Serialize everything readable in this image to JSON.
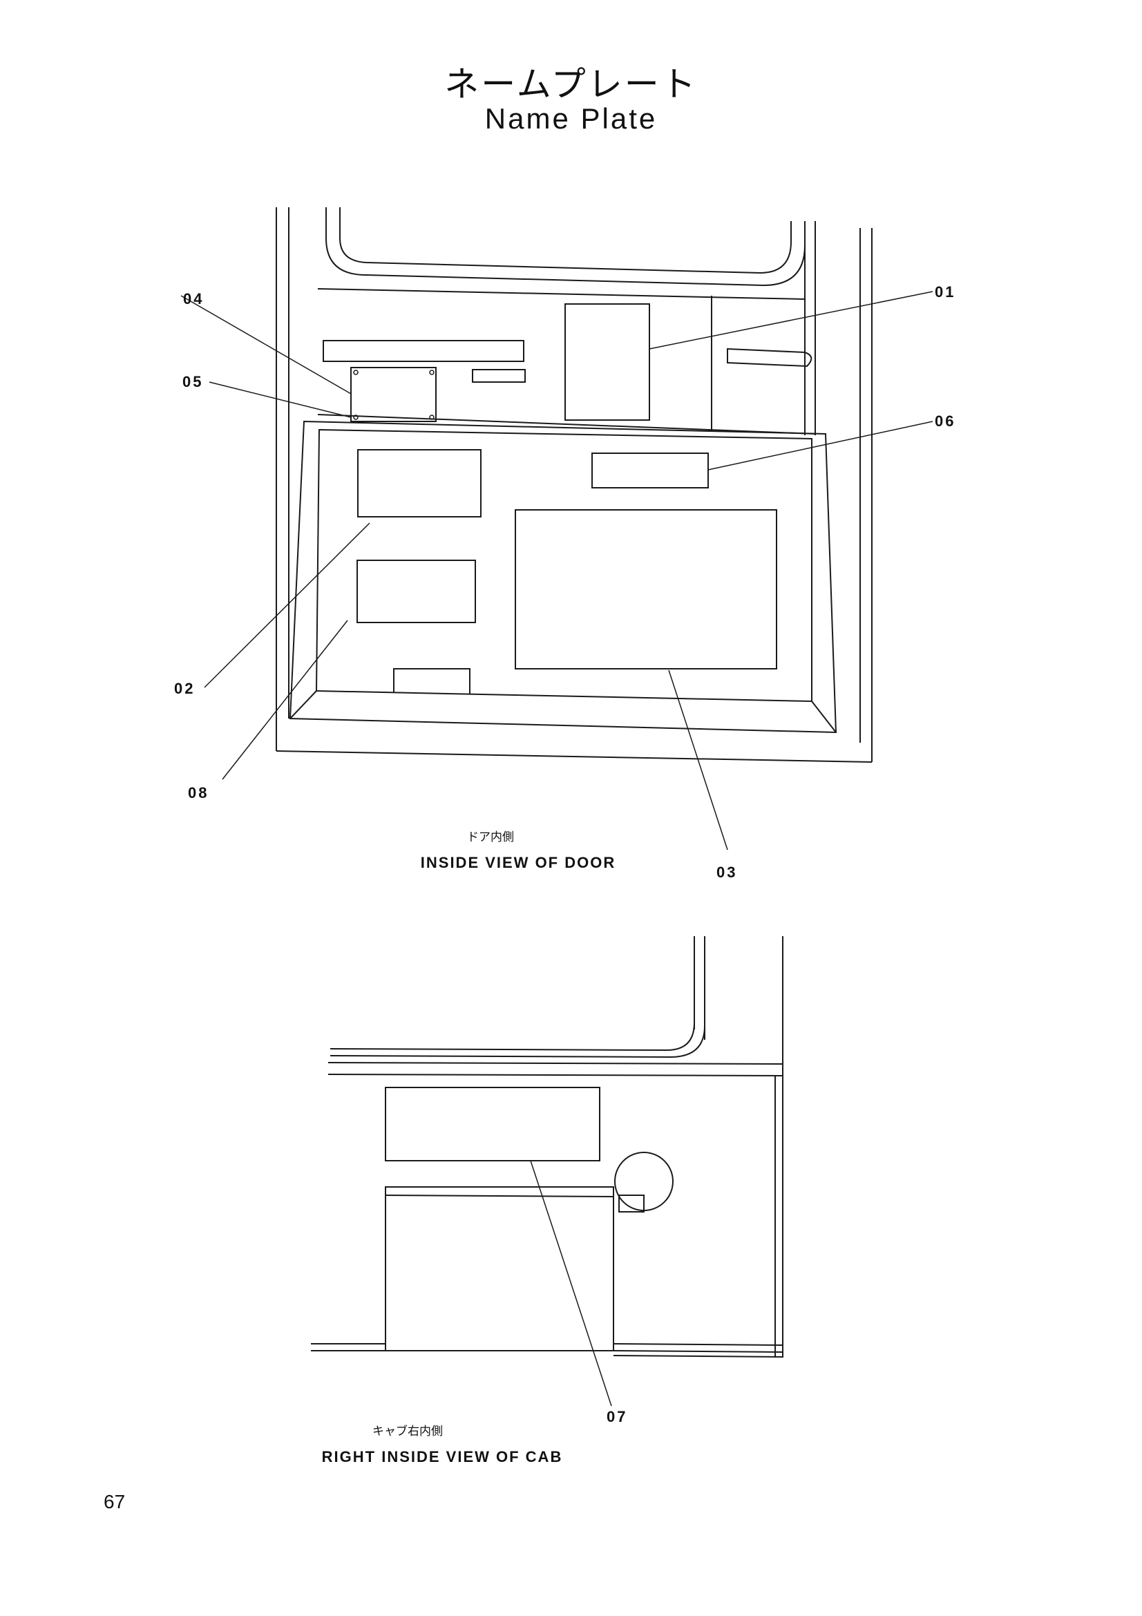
{
  "title": {
    "japanese": "ネームプレート",
    "english": "Name Plate"
  },
  "door_view": {
    "caption_jp": "ドア内側",
    "caption_en": "INSIDE VIEW OF DOOR",
    "callouts": [
      "01",
      "02",
      "03",
      "04",
      "05",
      "06",
      "08"
    ]
  },
  "cab_view": {
    "caption_jp": "キャブ右内側",
    "caption_en": "RIGHT INSIDE VIEW OF CAB",
    "callouts": [
      "07"
    ]
  },
  "page_number": "67"
}
